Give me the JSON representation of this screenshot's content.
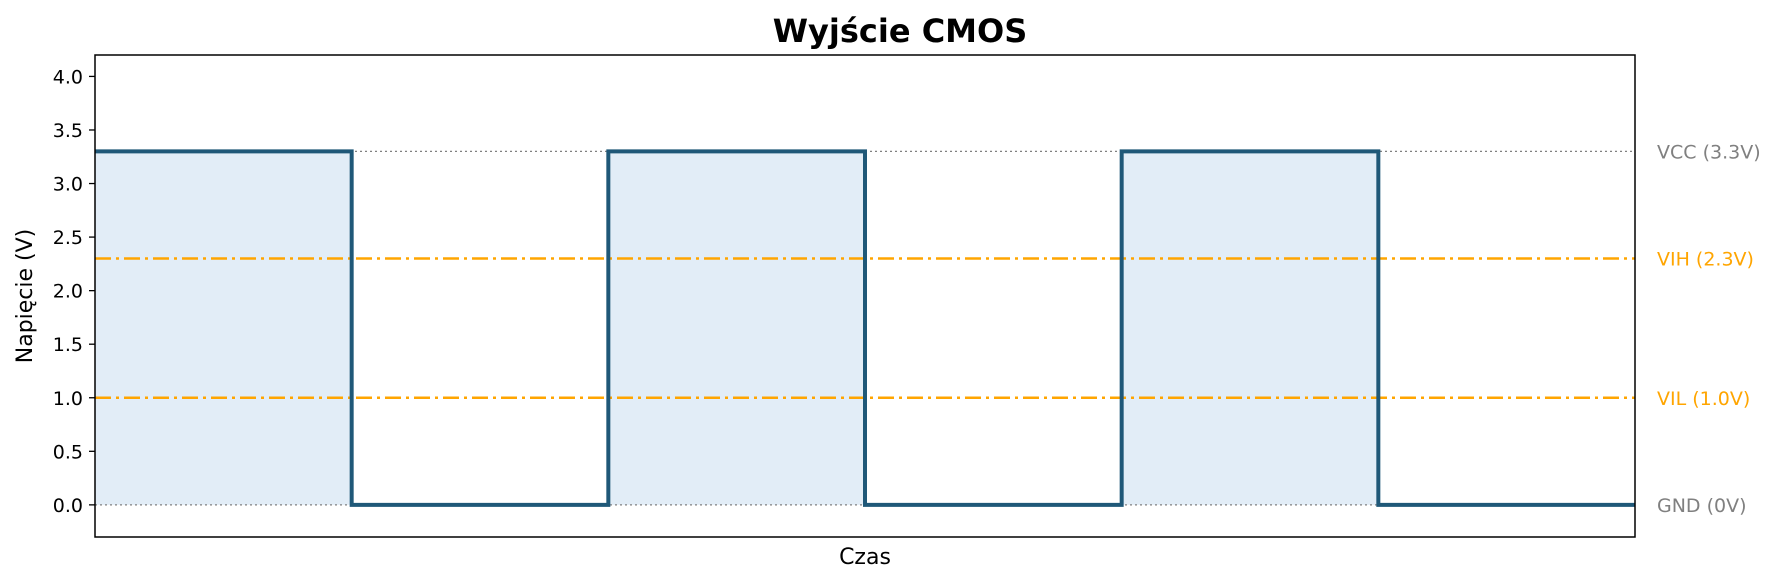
{
  "chart_data": {
    "type": "line",
    "title": "Wyjście CMOS",
    "xlabel": "Czas",
    "ylabel": "Napięcie (V)",
    "xlim": [
      0,
      6
    ],
    "ylim": [
      -0.3,
      4.2
    ],
    "y_ticks": [
      0.0,
      0.5,
      1.0,
      1.5,
      2.0,
      2.5,
      3.0,
      3.5,
      4.0
    ],
    "x_ticks_shown": false,
    "grid": false,
    "series": [
      {
        "style": "step",
        "color": "#1f5878",
        "fill": "#e2edf7",
        "x": [
          0,
          1,
          1,
          2,
          2,
          3,
          3,
          4,
          4,
          5,
          5,
          6
        ],
        "y": [
          3.3,
          3.3,
          0,
          0,
          3.3,
          3.3,
          0,
          0,
          3.3,
          3.3,
          0,
          0
        ]
      }
    ],
    "reference_lines": [
      {
        "y": 3.3,
        "label": "VCC (3.3V)",
        "color": "#808080",
        "style": "dotted"
      },
      {
        "y": 2.3,
        "label": "VIH (2.3V)",
        "color": "#ffa500",
        "style": "dashdot"
      },
      {
        "y": 1.0,
        "label": "VIL (1.0V)",
        "color": "#ffa500",
        "style": "dashdot"
      },
      {
        "y": 0.0,
        "label": "GND (0V)",
        "color": "#808080",
        "style": "dotted"
      }
    ]
  }
}
